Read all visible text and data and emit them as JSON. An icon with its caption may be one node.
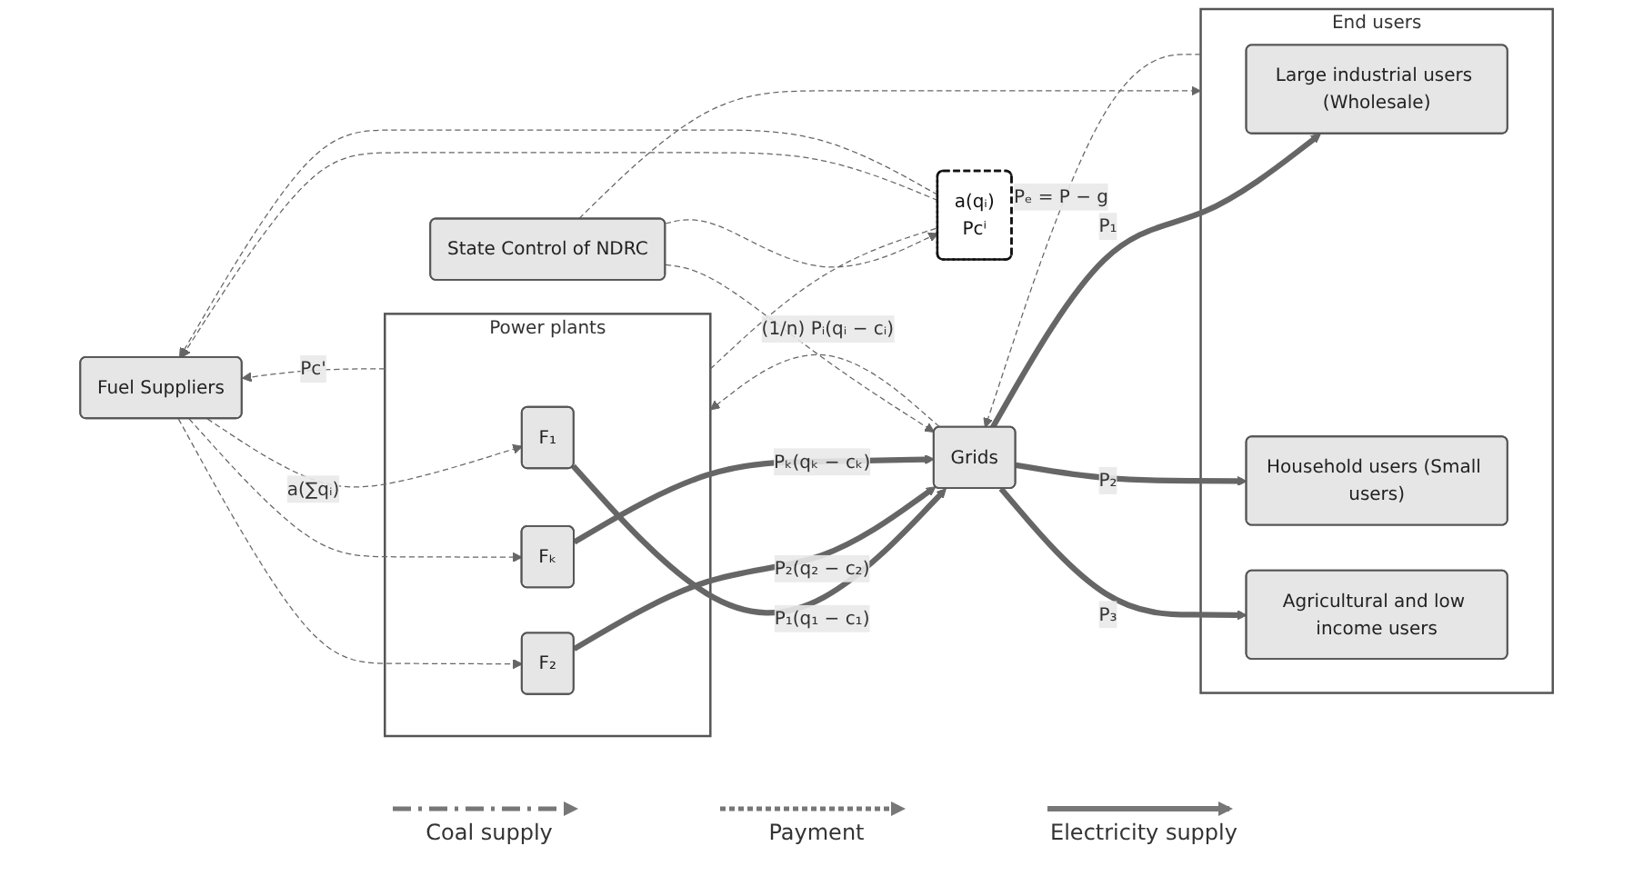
{
  "diagram": {
    "nodes": [
      {
        "text": [
          "Fuel Suppliers"
        ]
      },
      {
        "text": [
          "Power plants"
        ]
      },
      {
        "text": [
          "F₁"
        ],
        "in": 1
      },
      {
        "text": [
          "F₂"
        ],
        "in": 1
      },
      {
        "text": [
          "Fₖ"
        ],
        "in": 1
      },
      {
        "text": [
          "Grids"
        ]
      },
      {
        "text": [
          "End users"
        ]
      },
      {
        "text": [
          "Large industrial users (Wholesale)"
        ],
        "in": 6
      },
      {
        "text": [
          "Household users (Small users)"
        ],
        "in": 6
      },
      {
        "text": [
          "Agricultural and low income users"
        ],
        "in": 6
      },
      {
        "text": [
          "State Control of NDRC"
        ]
      },
      {
        "text": [
          "a(qᵢ)",
          "Pcⁱ"
        ]
      }
    ],
    "edges": [
      {
        "from": 0,
        "to": 2,
        "arrow": "to",
        "style": "dashed",
        "label": "a(∑qᵢ)"
      },
      {
        "from": 1,
        "to": 0,
        "arrow": "to",
        "style": "dashed",
        "label": "Pc'"
      },
      {
        "from": 1,
        "to": 11,
        "arrow": "none",
        "style": "dashed"
      },
      {
        "from": 11,
        "to": 0,
        "arrow": "to",
        "style": "dashed"
      },
      {
        "from": 0,
        "to": 3,
        "arrow": "to",
        "style": "dashed"
      },
      {
        "from": 0,
        "to": 4,
        "arrow": "to",
        "style": "dashed"
      },
      {
        "from": 11,
        "to": 0,
        "arrow": "to",
        "style": "dashed"
      },
      {
        "from": 2,
        "to": 5,
        "arrow": "to",
        "style": "thick",
        "label": "P₁(q₁ − c₁)"
      },
      {
        "from": 3,
        "to": 5,
        "arrow": "to",
        "style": "thick",
        "label": "P₂(q₂ − c₂)"
      },
      {
        "from": 4,
        "to": 5,
        "arrow": "to",
        "style": "thick",
        "label": "Pₖ(qₖ − cₖ)"
      },
      {
        "from": 5,
        "to": 1,
        "arrow": "to",
        "style": "dashed",
        "label": "(1/n) Pᵢ(qᵢ − cᵢ)"
      },
      {
        "from": 6,
        "to": 5,
        "arrow": "to",
        "style": "dashed",
        "label": "Pₑ = P − g"
      },
      {
        "from": 5,
        "to": 7,
        "arrow": "to",
        "style": "thick",
        "label": "P₁"
      },
      {
        "from": 5,
        "to": 8,
        "arrow": "to",
        "style": "thick",
        "label": "P₂"
      },
      {
        "from": 5,
        "to": 9,
        "arrow": "to",
        "style": "thick",
        "label": "P₃"
      },
      {
        "from": 10,
        "to": 11,
        "arrow": "to",
        "style": "dashed"
      },
      {
        "from": 10,
        "to": 5,
        "arrow": "to",
        "style": "dashed"
      },
      {
        "from": 10,
        "to": 6,
        "arrow": "to",
        "style": "dashed"
      }
    ],
    "legend": [
      {
        "text": "Coal supply"
      },
      {
        "text": "Payment"
      },
      {
        "text": "Electricity supply"
      }
    ]
  }
}
